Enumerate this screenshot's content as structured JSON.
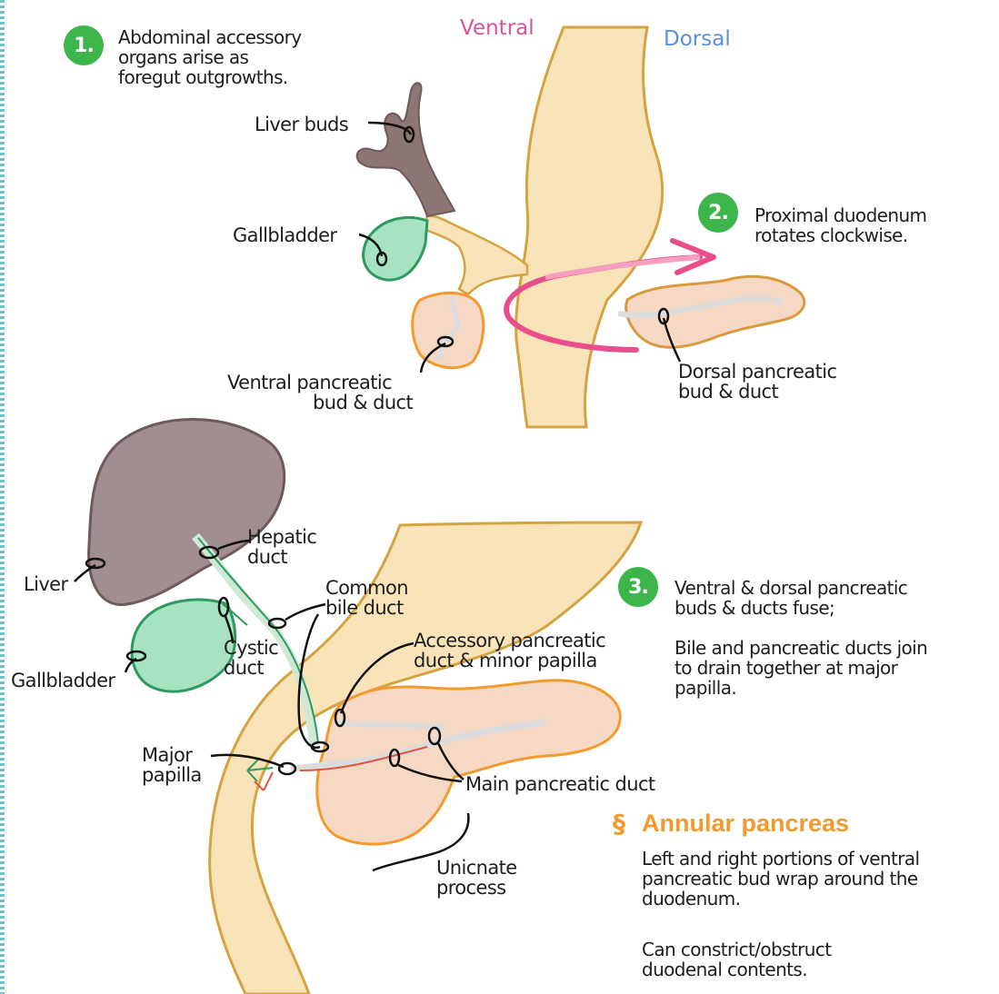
{
  "orientation": {
    "ventral": "Ventral",
    "dorsal": "Dorsal",
    "ventral_color": "#d9529a",
    "dorsal_color": "#5a8fe0"
  },
  "step1": {
    "number": "1.",
    "lines": [
      "Abdominal accessory",
      "organs arise as",
      "foregut outgrowths."
    ]
  },
  "step2": {
    "number": "2.",
    "lines": [
      "Proximal duodenum",
      "rotates clockwise."
    ]
  },
  "step3": {
    "number": "3.",
    "fuse_lines": [
      "Ventral & dorsal pancreatic",
      "buds & ducts fuse;"
    ],
    "bile_lines": [
      "Bile and pancreatic ducts join",
      "to drain together at major",
      "papilla."
    ]
  },
  "top_labels": {
    "liver_buds": "Liver buds",
    "gallbladder": "Gallbladder",
    "ventral_bud": [
      "Ventral pancreatic",
      "bud & duct"
    ],
    "dorsal_bud": [
      "Dorsal pancreatic",
      "bud & duct"
    ]
  },
  "bottom_labels": {
    "liver": "Liver",
    "gallbladder": "Gallbladder",
    "hepatic_duct": [
      "Hepatic",
      "duct"
    ],
    "common_bile_duct": [
      "Common",
      "bile duct"
    ],
    "cystic_duct": [
      "Cystic",
      "duct"
    ],
    "accessory_duct": [
      "Accessory pancreatic",
      "duct & minor papilla"
    ],
    "major_papilla": [
      "Major",
      "papilla"
    ],
    "main_duct": "Main pancreatic duct",
    "uncinate": [
      "Unicnate",
      "process"
    ]
  },
  "annular": {
    "icon": "§",
    "title": "Annular pancreas",
    "desc_lines": [
      "Left and right portions of ventral",
      "pancreatic  bud wrap around the",
      "duodenum."
    ],
    "note_lines": [
      "Can constrict/obstruct",
      "duodenal contents."
    ]
  },
  "colors": {
    "green_badge": "#3cb54a",
    "orange_accent": "#f39a2f",
    "gut_fill": "#f9e3b8",
    "liver_fill": "#a18e91",
    "gallbladder_fill": "#a7e2c1",
    "pancreas_fill": "#f6d9c5",
    "rotation_arrow": "#e94d8a"
  }
}
